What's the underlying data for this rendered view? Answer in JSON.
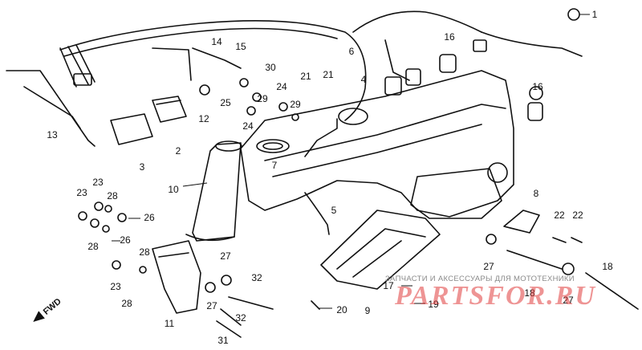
{
  "diagram": {
    "fwd_label": "FWD",
    "callouts": [
      "1",
      "2",
      "3",
      "4",
      "5",
      "6",
      "7",
      "8",
      "9",
      "10",
      "11",
      "12",
      "13",
      "14",
      "15",
      "16",
      "16",
      "17",
      "18",
      "18",
      "19",
      "20",
      "21",
      "21",
      "22",
      "22",
      "23",
      "23",
      "23",
      "24",
      "24",
      "25",
      "26",
      "26",
      "27",
      "27",
      "27",
      "27",
      "28",
      "28",
      "28",
      "29",
      "29",
      "30",
      "31",
      "32",
      "32"
    ]
  },
  "watermark": {
    "small_text": "ЗАПЧАСТИ И АКСЕССУАРЫ ДЛЯ МОТОТЕХНИКИ",
    "big_text": "PARTSFOR.RU",
    "color": "#e03c3c"
  }
}
